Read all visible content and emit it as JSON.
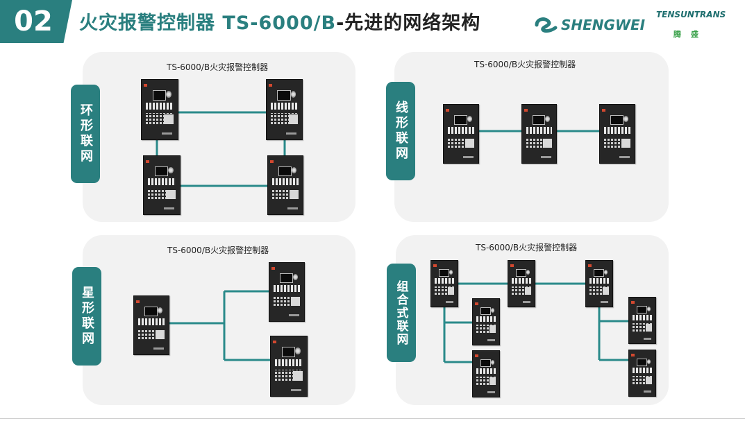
{
  "header": {
    "section_number": "02",
    "title_part1": "火灾报警控制器 ",
    "title_model": "TS-6000/B",
    "title_part2": "-先进的网络架构",
    "logo_left": "SHENGWEI",
    "logo_right_en": "TENSUNTRANS",
    "logo_right_cn": "腾盛"
  },
  "panels": [
    {
      "id": "ring",
      "tab_label": "环形联网",
      "caption": "TS-6000/B火灾报警控制器"
    },
    {
      "id": "line",
      "tab_label": "线形联网",
      "caption": "TS-6000/B火灾报警控制器"
    },
    {
      "id": "star",
      "tab_label": "星形联网",
      "caption": "TS-6000/B火灾报警控制器"
    },
    {
      "id": "combined",
      "tab_label": "组合式联网",
      "caption": "TS-6000/B火灾报警控制器"
    }
  ],
  "colors": {
    "accent": "#2a7f7f",
    "panel_bg": "#f2f2f2",
    "device_body": "#262626",
    "network_line": "#2a8a8a"
  },
  "icons": {
    "device": "fire-alarm-controller-icon",
    "logo_left": "shengwei-logo-icon"
  }
}
